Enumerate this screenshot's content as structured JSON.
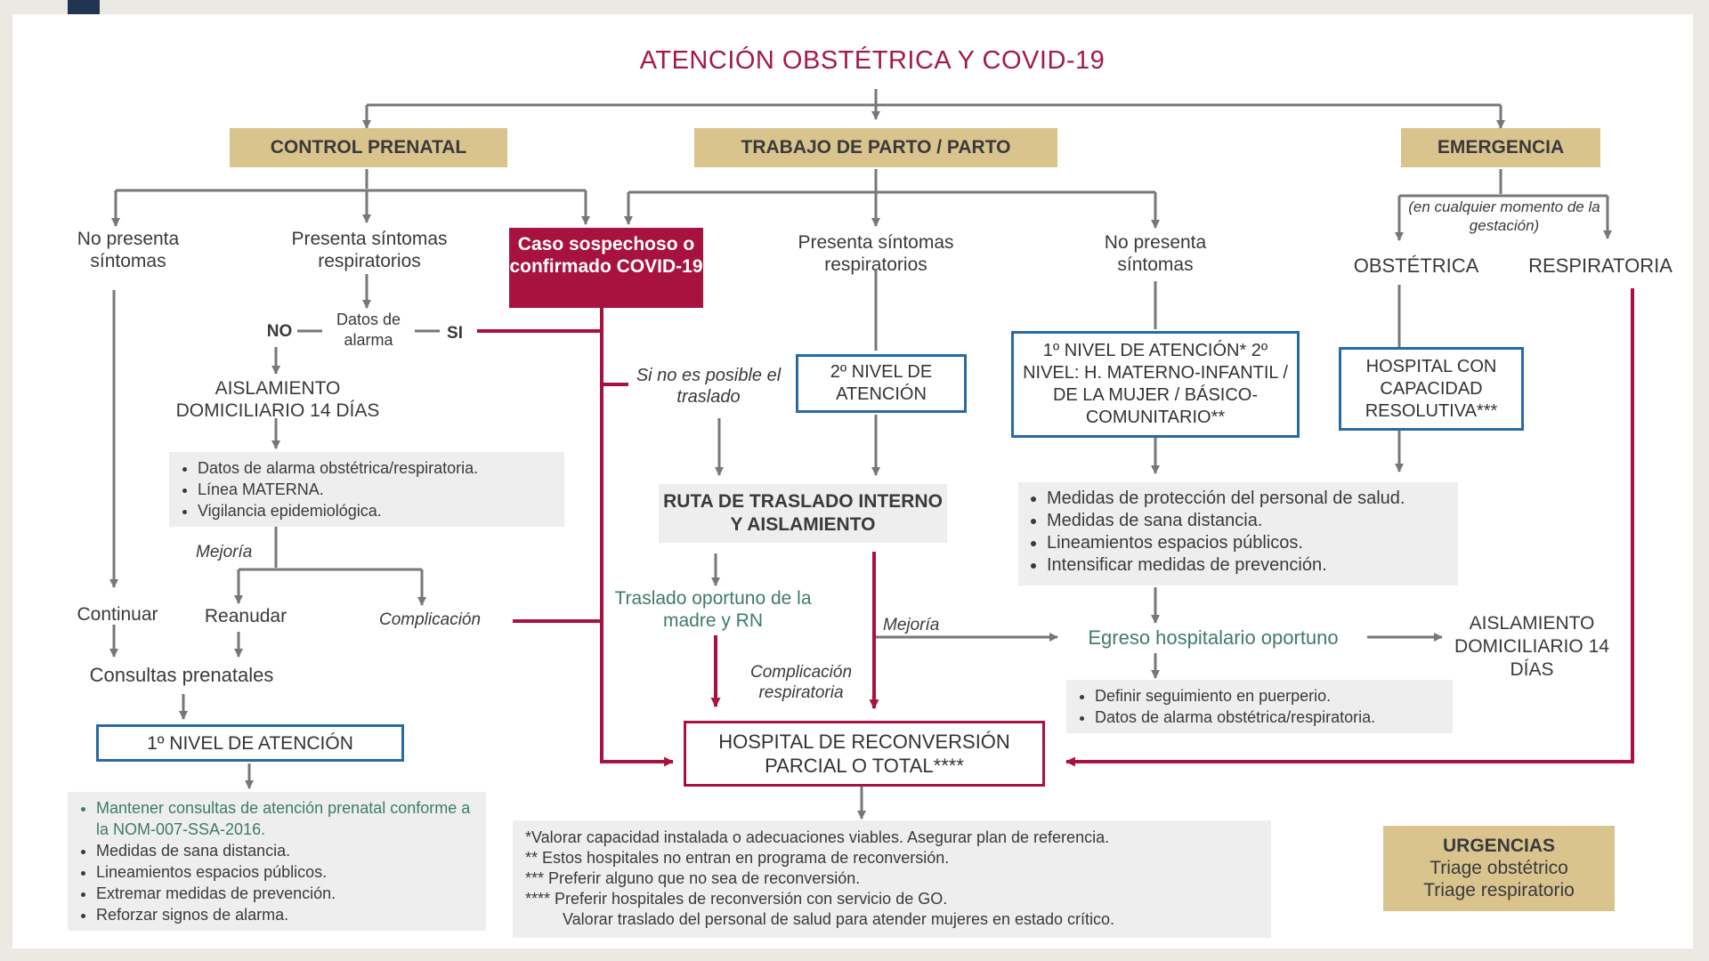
{
  "title": "ATENCIÓN OBSTÉTRICA Y COVID-19",
  "branches": {
    "prenatal": "CONTROL PRENATAL",
    "parto": "TRABAJO DE PARTO / PARTO",
    "emergencia": "EMERGENCIA"
  },
  "prenatal": {
    "no_sintomas": "No presenta síntomas",
    "sintomas": "Presenta síntomas respiratorios",
    "datos_alarma": "Datos de alarma",
    "no": "NO",
    "si": "SI",
    "aislamiento": "AISLAMIENTO DOMICILIARIO 14 DÍAS",
    "alarm_list": [
      "Datos de alarma obstétrica/respiratoria.",
      "Línea MATERNA.",
      "Vigilancia epidemiológica."
    ],
    "mejoria": "Mejoría",
    "continuar": "Continuar",
    "reanudar": "Reanudar",
    "complicacion": "Complicación",
    "consultas": "Consultas prenatales",
    "nivel1": "1º NIVEL DE ATENCIÓN",
    "nivel1_list": [
      "Mantener consultas de atención prenatal conforme a la NOM-007-SSA-2016.",
      "Medidas de sana distancia.",
      "Lineamientos espacios públicos.",
      "Extremar medidas de prevención.",
      "Reforzar signos de alarma."
    ]
  },
  "caso": "Caso sospechoso o confirmado COVID-19",
  "parto": {
    "si_no_posible": "Si no es posible el traslado",
    "sintomas": "Presenta síntomas respiratorios",
    "no_sintomas": "No presenta síntomas",
    "nivel2": "2º NIVEL DE ATENCIÓN",
    "nivel_mix": "1º NIVEL DE ATENCIÓN* 2º NIVEL: H. MATERNO-INFANTIL / DE LA MUJER / BÁSICO-COMUNITARIO**",
    "ruta": "RUTA DE TRASLADO INTERNO Y AISLAMIENTO",
    "traslado": "Traslado oportuno de la madre y RN",
    "mejoria": "Mejoría",
    "complicacion": "Complicación respiratoria",
    "medidas_list": [
      "Medidas de protección del personal de salud.",
      "Medidas de sana distancia.",
      "Lineamientos espacios públicos.",
      "Intensificar medidas de prevención."
    ],
    "egreso": "Egreso hospitalario oportuno",
    "aislamiento": "AISLAMIENTO DOMICILIARIO 14 DÍAS",
    "seguimiento_list": [
      "Definir seguimiento en puerperio.",
      "Datos de alarma obstétrica/respiratoria."
    ]
  },
  "emergencia": {
    "nota": "(en cualquier momento de la gestación)",
    "obstetrica": "OBSTÉTRICA",
    "respiratoria": "RESPIRATORIA",
    "hospital": "HOSPITAL CON CAPACIDAD RESOLUTIVA***"
  },
  "reconversion": "HOSPITAL DE RECONVERSIÓN PARCIAL O TOTAL****",
  "footnotes": [
    "*Valorar capacidad instalada o adecuaciones viables. Asegurar plan de referencia.",
    "** Estos hospitales no entran en programa de reconversión.",
    "*** Preferir alguno que no sea de reconversión.",
    "**** Preferir hospitales de reconversión con servicio de GO.",
    "Valorar traslado del personal de salud para atender mujeres en estado crítico."
  ],
  "urgencias": {
    "title": "URGENCIAS",
    "line1": "Triage obstétrico",
    "line2": "Triage respiratorio"
  },
  "colors": {
    "gold": "#d9c48e",
    "crimson": "#a8123f",
    "blue": "#2a6aa3",
    "green": "#3e7d62",
    "gray_arrow": "#777777"
  }
}
